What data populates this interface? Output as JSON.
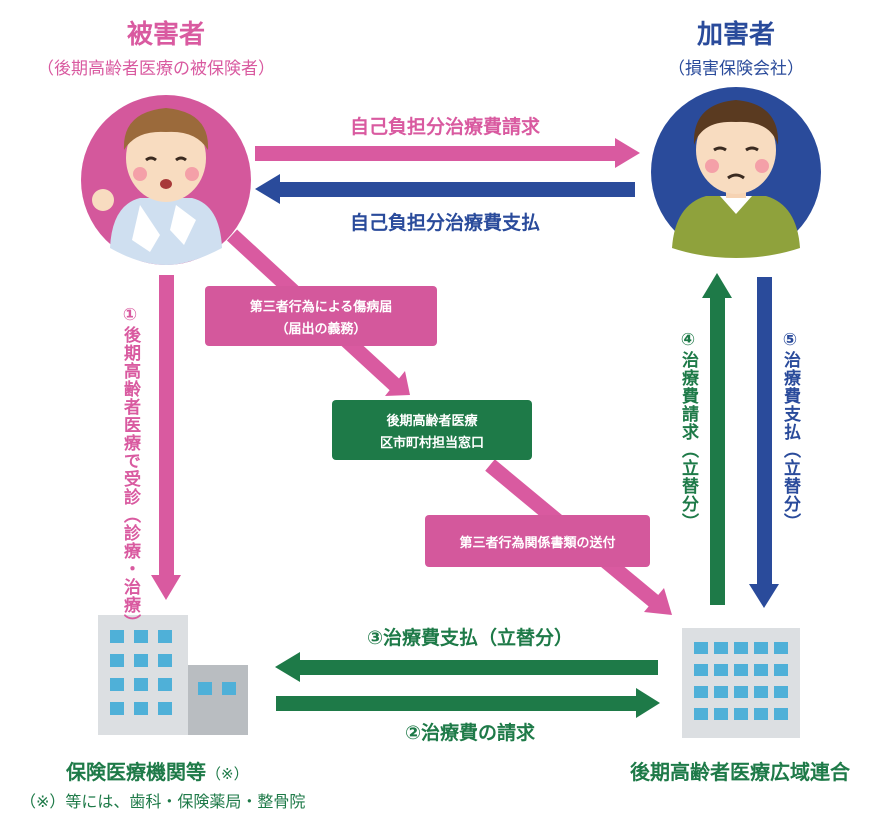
{
  "victim": {
    "title": "被害者",
    "subtitle": "（後期高齢者医療の被保険者）"
  },
  "offender": {
    "title": "加害者",
    "subtitle": "（損害保険会社）"
  },
  "flows": {
    "self_pay_claim": "自己負担分治療費請求",
    "self_pay_payment": "自己負担分治療費支払",
    "consultation": "①後期高齢者医療で受診（診療・治療）",
    "treatment_claim": "②治療費の請求",
    "treatment_payment": "③治療費支払（立替分）",
    "reimbursement_claim": "④治療費請求（立替分）",
    "reimbursement_payment": "⑤治療費支払（立替分）"
  },
  "boxes": {
    "injury_report_line1": "第三者行為による傷病届",
    "injury_report_line2": "（届出の義務）",
    "window_line1": "後期高齢者医療",
    "window_line2": "区市町村担当窓口",
    "documents": "第三者行為関係書類の送付"
  },
  "hospital": {
    "title": "保険医療機関等",
    "mark": "（※）",
    "note": "（※）等には、歯科・保険薬局・整骨院"
  },
  "union": {
    "title": "後期高齢者医療広域連合"
  },
  "colors": {
    "pink": "#d95aa0",
    "blue": "#2a4b9b",
    "green": "#1e7a48",
    "victim_circle": "#d4589c",
    "offender_circle": "#2a4b9b"
  }
}
